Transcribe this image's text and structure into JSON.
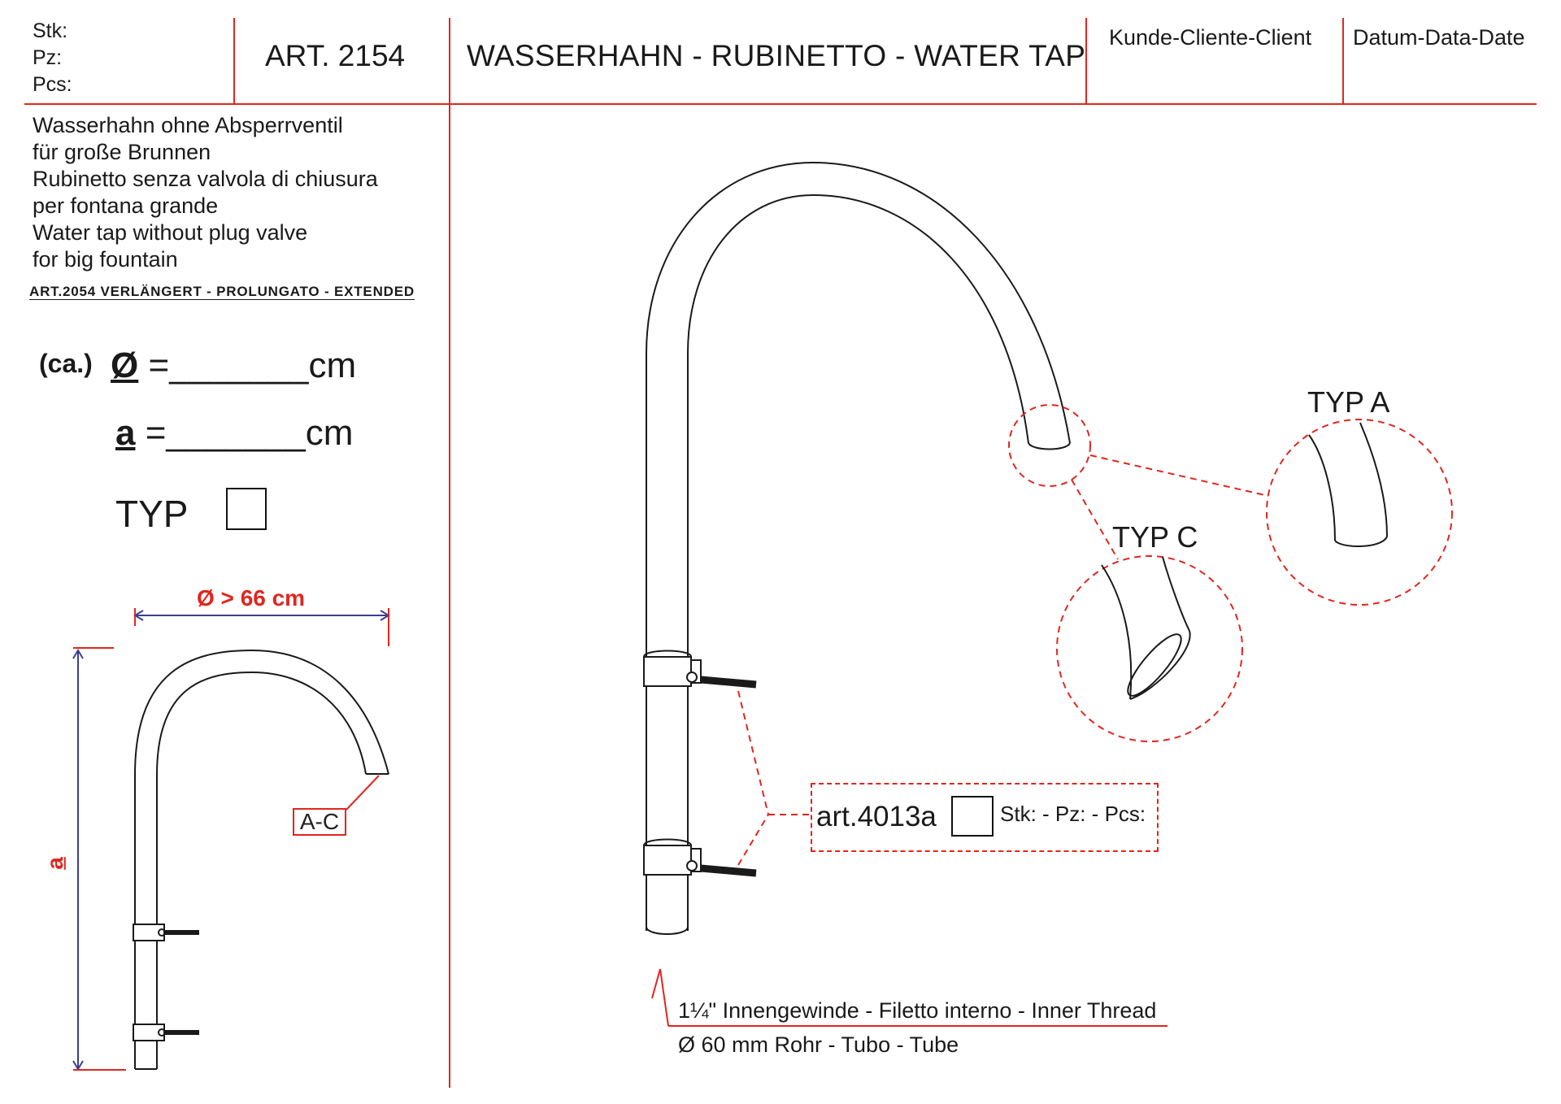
{
  "header": {
    "qty_labels": [
      "Stk:",
      "Pz:",
      "Pcs:"
    ],
    "article": "ART. 2154",
    "title": "WASSERHAHN - RUBINETTO - WATER TAP",
    "client_label": "Kunde-Cliente-Client",
    "date_label": "Datum-Data-Date"
  },
  "description": {
    "lines": [
      "Wasserhahn ohne Absperrventil",
      "für große Brunnen",
      "Rubinetto senza valvola di chiusura",
      "per fontana grande",
      "Water tap without plug valve",
      "for big fountain"
    ],
    "extended_note": "ART.2054  VERLÄNGERT - PROLUNGATO - EXTENDED"
  },
  "form": {
    "diameter_prefix": "(ca.)",
    "diameter_symbol": "Ø",
    "diameter_field": "=_______cm",
    "a_symbol": "a",
    "a_field": "=_______cm",
    "type_label": "TYP"
  },
  "dimension_drawing": {
    "diameter_label": "Ø  > 66 cm",
    "height_label": "a",
    "outlet_label": "A-C"
  },
  "main_drawing": {
    "type_a_label": "TYP  A",
    "type_c_label": "TYP  C",
    "accessory_article": "art.4013a",
    "accessory_qty": "Stk: - Pz: - Pcs:",
    "thread_note": "1¼\"  Innengewinde - Filetto interno - Inner Thread",
    "tube_note": "Ø 60 mm  Rohr - Tubo - Tube"
  },
  "colors": {
    "accent_red": "#e0261e",
    "line_dark": "#1a1a1a",
    "dimension_blue": "#3a3f8f"
  }
}
